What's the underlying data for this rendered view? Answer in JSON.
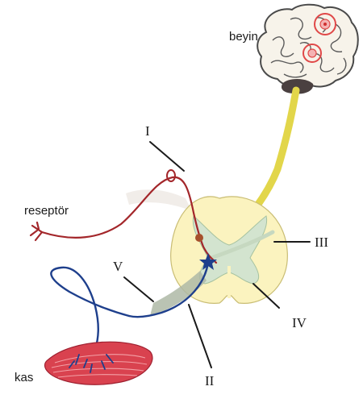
{
  "labels": {
    "brain": "beyin",
    "receptor": "reseptör",
    "muscle": "kas",
    "roman_1": "I",
    "roman_2": "II",
    "roman_3": "III",
    "roman_4": "IV",
    "roman_5": "V"
  },
  "colors": {
    "sensory_neuron": "#a3262a",
    "motor_neuron": "#1e3f8c",
    "ascending_tract": "#e2d64a",
    "spinal_cord": "#fbf3bf",
    "gray_matter": "#d3e4cf",
    "muscle": "#d9424f",
    "background": "#ffffff"
  }
}
